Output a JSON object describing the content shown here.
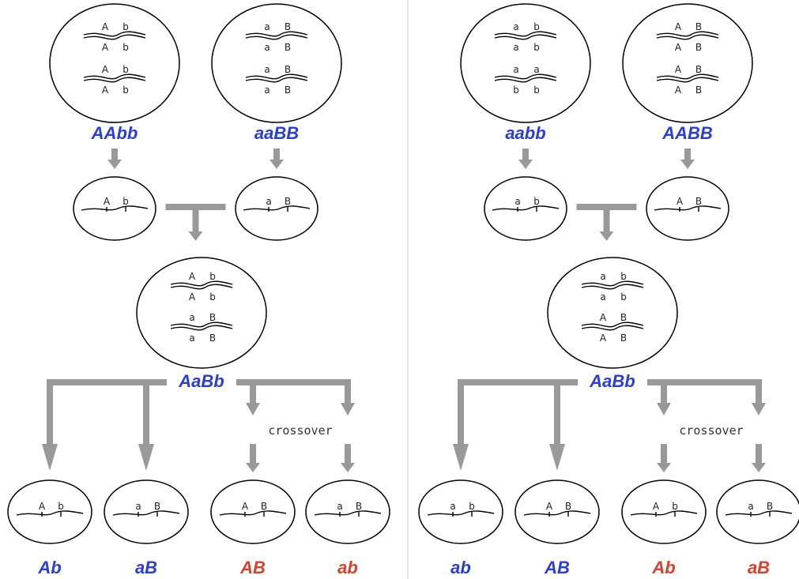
{
  "left_panel": {
    "parents": [
      {
        "genotype": "AAbb",
        "pairs": [
          [
            "A",
            "b",
            "A",
            "b"
          ],
          [
            "A",
            "b",
            "A",
            "b"
          ]
        ],
        "gamete": [
          "A",
          "b"
        ]
      },
      {
        "genotype": "aaBB",
        "pairs": [
          [
            "a",
            "B",
            "a",
            "B"
          ],
          [
            "a",
            "B",
            "a",
            "B"
          ]
        ],
        "gamete": [
          "a",
          "B"
        ]
      }
    ],
    "f1": {
      "genotype": "AaBb",
      "pairs": [
        [
          "A",
          "b",
          "A",
          "b"
        ],
        [
          "a",
          "B",
          "a",
          "B"
        ]
      ]
    },
    "crossover_label": "crossover",
    "gametes": [
      {
        "label": "Ab",
        "alleles": [
          "A",
          "b"
        ],
        "color": "blue"
      },
      {
        "label": "aB",
        "alleles": [
          "a",
          "B"
        ],
        "color": "blue"
      },
      {
        "label": "AB",
        "alleles": [
          "A",
          "B"
        ],
        "color": "red"
      },
      {
        "label": "ab",
        "alleles": [
          "a",
          "B"
        ],
        "color": "red"
      }
    ]
  },
  "right_panel": {
    "parents": [
      {
        "genotype": "aabb",
        "pairs": [
          [
            "a",
            "b",
            "a",
            "b"
          ],
          [
            "a",
            "a",
            "b",
            "b"
          ]
        ],
        "gamete": [
          "a",
          "b"
        ]
      },
      {
        "genotype": "AABB",
        "pairs": [
          [
            "A",
            "B",
            "A",
            "B"
          ],
          [
            "A",
            "B",
            "A",
            "B"
          ]
        ],
        "gamete": [
          "A",
          "B"
        ]
      }
    ],
    "f1": {
      "genotype": "AaBb",
      "pairs": [
        [
          "a",
          "b",
          "a",
          "b"
        ],
        [
          "A",
          "B",
          "A",
          "B"
        ]
      ]
    },
    "crossover_label": "crossover",
    "gametes": [
      {
        "label": "ab",
        "alleles": [
          "a",
          "b"
        ],
        "color": "blue"
      },
      {
        "label": "AB",
        "alleles": [
          "A",
          "B"
        ],
        "color": "blue"
      },
      {
        "label": "Ab",
        "alleles": [
          "A",
          "b"
        ],
        "color": "red"
      },
      {
        "label": "aB",
        "alleles": [
          "a",
          "B"
        ],
        "color": "red"
      }
    ]
  },
  "colors": {
    "blue": "#2a3ed6",
    "red": "#d8412c",
    "arrow": "#999999",
    "divider": "#d0d0d0"
  }
}
